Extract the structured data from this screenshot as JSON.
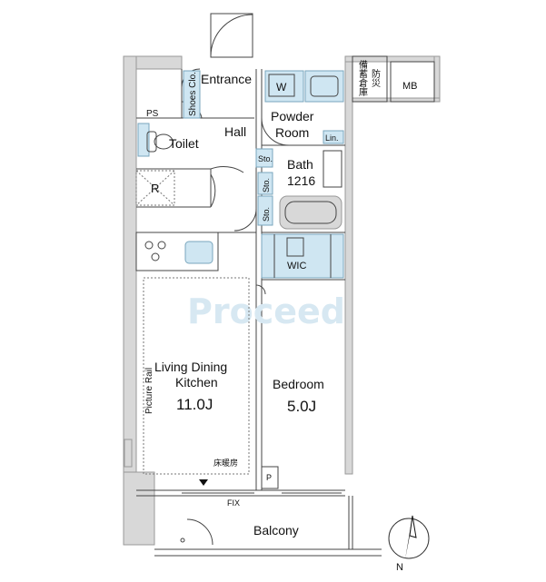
{
  "rooms": {
    "entrance": "Entrance",
    "shoes_closet": "Shoes Clo.",
    "hall": "Hall",
    "ps": "PS",
    "toilet": "Toilet",
    "refrigerator": "R",
    "powder_room_line1": "Powder",
    "powder_room_line2": "Room",
    "washer": "W",
    "linen": "Lin.",
    "storage_1": "Sto.",
    "storage_2": "Sto.",
    "storage_3": "Sto.",
    "bath_line1": "Bath",
    "bath_line2": "1216",
    "wic": "WIC",
    "ldk_line1": "Living Dining",
    "ldk_line2": "Kitchen",
    "ldk_size": "11.0J",
    "picture_rail": "Picture Rail",
    "floor_heating": "床暖房",
    "bedroom": "Bedroom",
    "bedroom_size": "5.0J",
    "pipe_space": "P",
    "fix": "FIX",
    "balcony": "Balcony",
    "emergency_storage_col1": "備蓄倉庫",
    "emergency_storage_col2": "防災",
    "mb": "MB"
  },
  "compass": {
    "label": "N"
  },
  "watermark": "Proceed",
  "colors": {
    "fixture_blue": "#cfe6f2",
    "wall_grey": "#d8d8d8",
    "watermark": "#d7e8f2"
  }
}
